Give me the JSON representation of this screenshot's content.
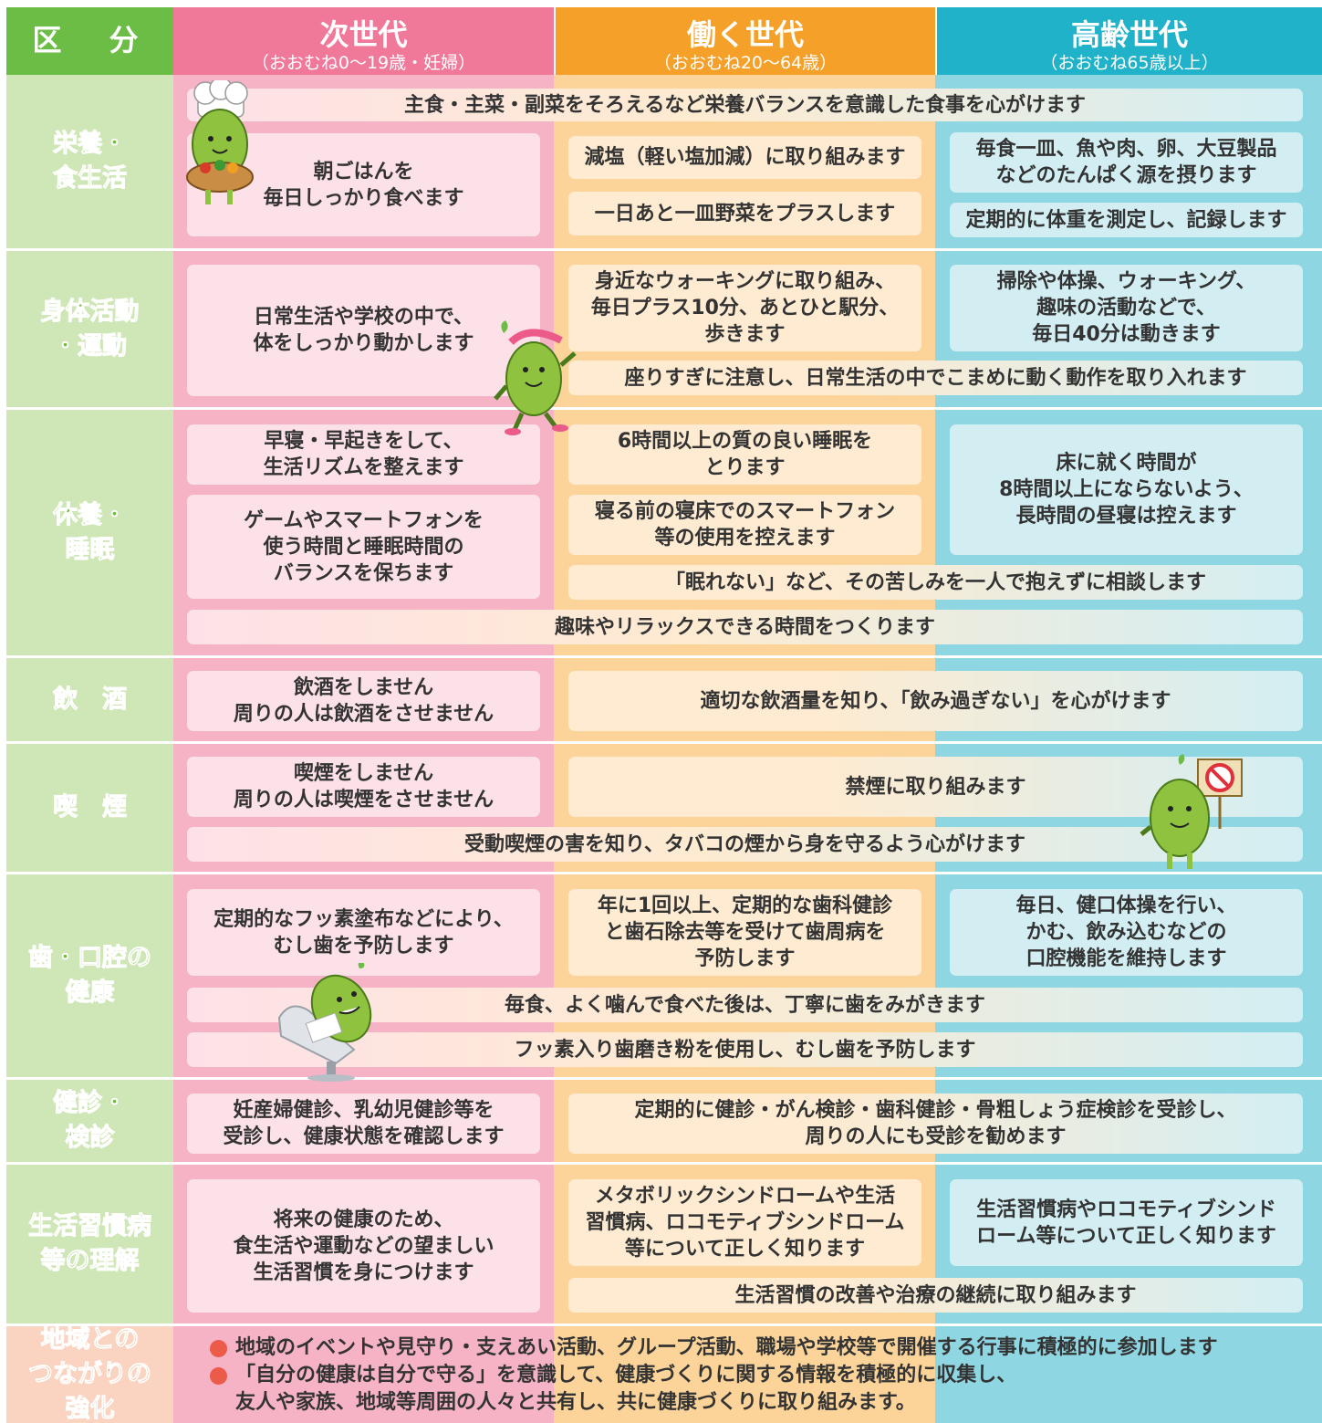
{
  "header": {
    "kubun": "区　分",
    "next": {
      "title": "次世代",
      "sub": "（おおむね0～19歳・妊婦）"
    },
    "work": {
      "title": "働く世代",
      "sub": "（おおむね20～64歳）"
    },
    "old": {
      "title": "高齢世代",
      "sub": "（おおむね65歳以上）"
    }
  },
  "categories": {
    "nutrition": "栄養・\n食生活",
    "activity": "身体活動\n・運動",
    "rest": "休養・\n睡眠",
    "drinking": "飲　酒",
    "smoking": "喫　煙",
    "oral": "歯・口腔の\n健康",
    "checkup": "健診・\n検診",
    "lifestyle": "生活習慣病\n等の理解",
    "region": "地域との\nつながりの\n強化"
  },
  "nutrition": {
    "all": "主食・主菜・副菜をそろえるなど栄養バランスを意識した食事を心がけます",
    "next": "朝ごはんを\n毎日しっかり食べます",
    "work1": "減塩（軽い塩加減）に取り組みます",
    "work2": "一日あと一皿野菜をプラスします",
    "old1": "毎食一皿、魚や肉、卵、大豆製品\nなどのたんぱく源を摂ります",
    "old2": "定期的に体重を測定し、記録します"
  },
  "activity": {
    "next": "日常生活や学校の中で、\n体をしっかり動かします",
    "work": "身近なウォーキングに取り組み、\n毎日プラス10分、あとひと駅分、\n歩きます",
    "old": "掃除や体操、ウォーキング、\n趣味の活動などで、\n毎日40分は動きます",
    "shared": "座りすぎに注意し、日常生活の中でこまめに動く動作を取り入れます"
  },
  "rest": {
    "next1": "早寝・早起きをして、\n生活リズムを整えます",
    "next2": "ゲームやスマートフォンを\n使う時間と睡眠時間の\nバランスを保ちます",
    "work1": "6時間以上の質の良い睡眠を\nとります",
    "work2": "寝る前の寝床でのスマートフォン\n等の使用を控えます",
    "old": "床に就く時間が\n8時間以上にならないよう、\n長時間の昼寝は控えます",
    "shared": "「眠れない」など、その苦しみを一人で抱えずに相談します",
    "all": "趣味やリラックスできる時間をつくります"
  },
  "drinking": {
    "next": "飲酒をしません\n周りの人は飲酒をさせません",
    "shared": "適切な飲酒量を知り、「飲み過ぎない」を心がけます"
  },
  "smoking": {
    "next": "喫煙をしません\n周りの人は喫煙をさせません",
    "shared": "禁煙に取り組みます",
    "all": "受動喫煙の害を知り、タバコの煙から身を守るよう心がけます"
  },
  "oral": {
    "next": "定期的なフッ素塗布などにより、\nむし歯を予防します",
    "work": "年に1回以上、定期的な歯科健診\nと歯石除去等を受けて歯周病を\n予防します",
    "old": "毎日、健口体操を行い、\nかむ、飲み込むなどの\n口腔機能を維持します",
    "all1": "毎食、よく噛んで食べた後は、丁寧に歯をみがきます",
    "all2": "フッ素入り歯磨き粉を使用し、むし歯を予防します"
  },
  "checkup": {
    "next": "妊産婦健診、乳幼児健診等を\n受診し、健康状態を確認します",
    "shared": "定期的に健診・がん検診・歯科健診・骨粗しょう症検診を受診し、\n周りの人にも受診を勧めます"
  },
  "lifestyle": {
    "next": "将来の健康のため、\n食生活や運動などの望ましい\n生活習慣を身につけます",
    "work": "メタボリックシンドロームや生活\n習慣病、ロコモティブシンドローム\n等について正しく知ります",
    "old": "生活習慣病やロコモティブシンド\nローム等について正しく知ります",
    "shared": "生活習慣の改善や治療の継続に取り組みます"
  },
  "region": {
    "b1": "地域のイベントや見守り・支えあい活動、グループ活動、職場や学校等で開催する行事に積極的に参加します",
    "b2": "「自分の健康は自分で守る」を意識して、健康づくりに関する情報を積極的に収集し、\n友人や家族、地域等周囲の人々と共有し、共に健康づくりに取り組みます。"
  },
  "colors": {
    "next": "#f0799a",
    "work": "#f5a028",
    "old": "#20b2c9",
    "kubun": "#6cbd45"
  }
}
